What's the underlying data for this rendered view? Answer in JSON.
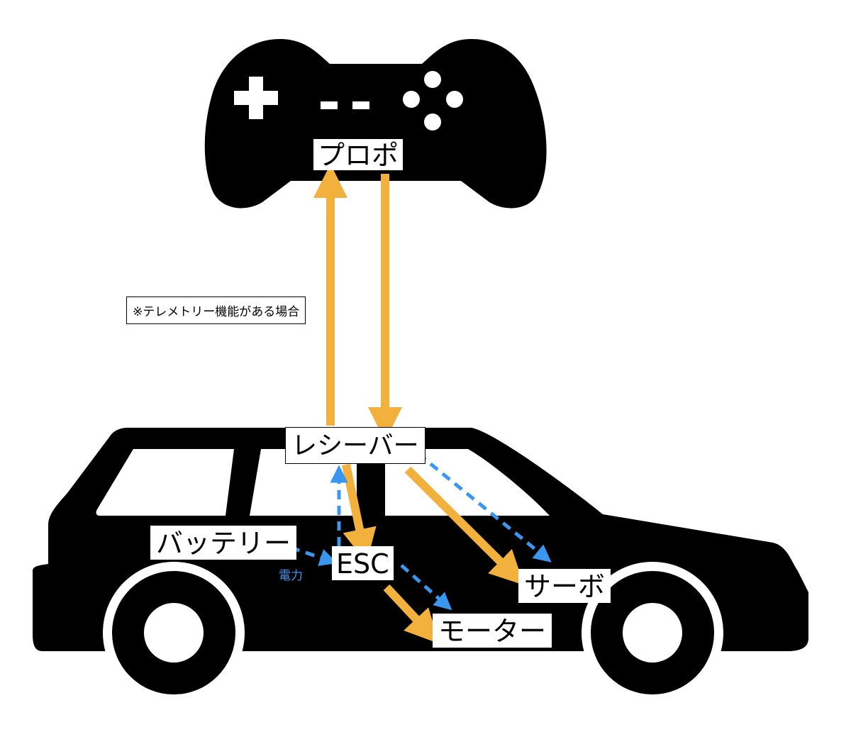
{
  "labels": {
    "controller": "プロポ",
    "receiver": "レシーバー",
    "battery": "バッテリー",
    "esc": "ESC",
    "servo": "サーボ",
    "motor": "モーター",
    "telemetry_note": "※テレメトリー機能がある場合",
    "power": "電力"
  },
  "colors": {
    "signal_arrow": "#f2b13c",
    "power_arrow": "#3a97f0",
    "silhouette": "#000000"
  },
  "icons": {
    "controller": "gamepad-icon",
    "car": "station-wagon-icon"
  }
}
